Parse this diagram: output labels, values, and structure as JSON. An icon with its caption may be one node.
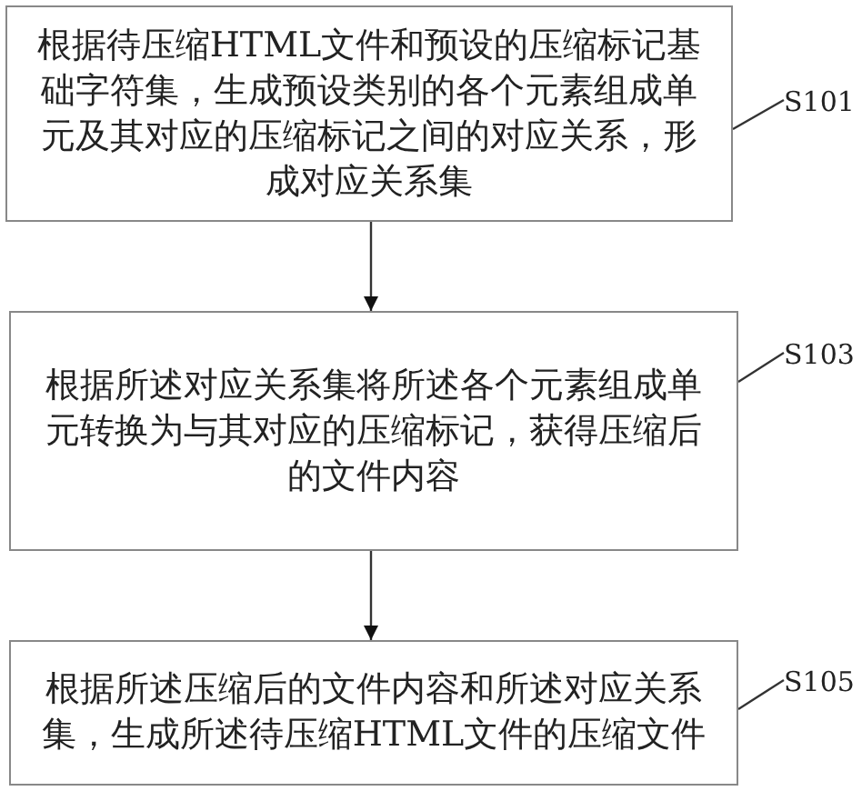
{
  "diagram": {
    "nodes": [
      {
        "text": [
          "根据待压缩HTML文件和预设的压缩标记基础字符集，生成预设类别的各个元素组成单元及其对应的压缩标记之间的对应关系，形成对应关系集"
        ]
      },
      {
        "text": [
          "S101"
        ]
      },
      {
        "text": [
          "根据所述对应关系集将所述各个元素组成单元转换为与其对应的压缩标记，获得压缩后的文件内容"
        ]
      },
      {
        "text": [
          "S103"
        ]
      },
      {
        "text": [
          "根据所述压缩后的文件内容和所述对应关系集，生成所述待压缩HTML文件的压缩文件"
        ]
      },
      {
        "text": [
          "S105"
        ]
      }
    ],
    "edges": [
      {
        "from": 0,
        "to": 2,
        "arrow": "to"
      },
      {
        "from": 2,
        "to": 4,
        "arrow": "to"
      },
      {
        "from": 1,
        "to": 0,
        "arrow": "none"
      },
      {
        "from": 3,
        "to": 2,
        "arrow": "none"
      },
      {
        "from": 5,
        "to": 4,
        "arrow": "none"
      }
    ]
  }
}
